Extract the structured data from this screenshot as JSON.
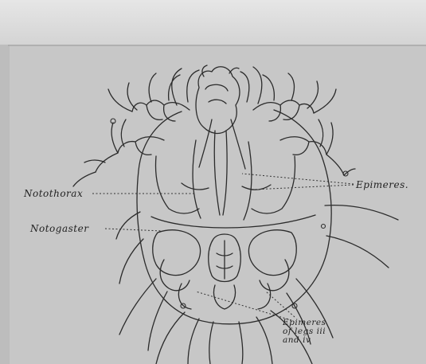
{
  "labels": {
    "notothorax": "Notothorax",
    "notogaster": "Notogaster",
    "epimeres": "Epimeres.",
    "epimeres_legs": "Epimeres of legs iii and iv"
  },
  "colors": {
    "paper": "#c9c9c9",
    "ink": "#2a2a2a"
  }
}
